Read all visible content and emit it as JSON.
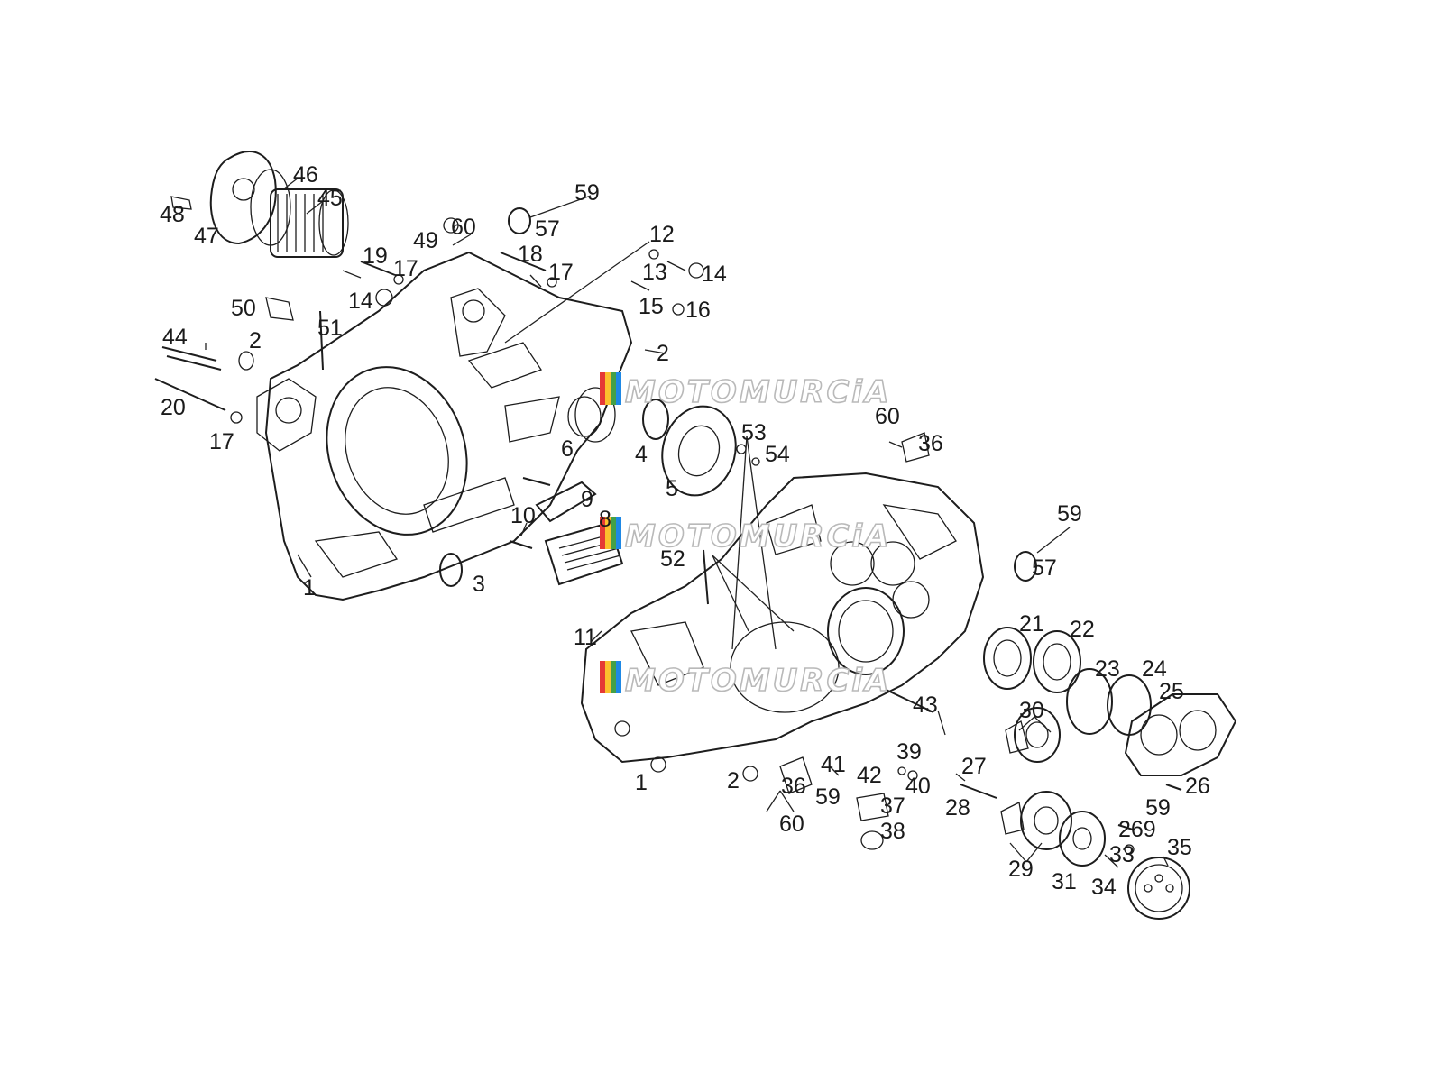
{
  "watermark": {
    "text": "MOTOMURCiA",
    "colors": [
      "#e53935",
      "#fbc02d",
      "#43a047",
      "#1e88e5"
    ]
  },
  "callouts": [
    "59",
    "46",
    "45",
    "48",
    "47",
    "57",
    "60",
    "49",
    "12",
    "18",
    "19",
    "17",
    "17",
    "13",
    "14",
    "14",
    "50",
    "15",
    "16",
    "51",
    "2",
    "44",
    "2",
    "20",
    "17",
    "6",
    "4",
    "60",
    "36",
    "53",
    "54",
    "5",
    "9",
    "10",
    "8",
    "1",
    "3",
    "52",
    "59",
    "57",
    "11",
    "21",
    "22",
    "23",
    "24",
    "25",
    "30",
    "43",
    "1",
    "2",
    "41",
    "39",
    "36",
    "42",
    "40",
    "27",
    "59",
    "60",
    "37",
    "28",
    "38",
    "26",
    "59",
    "269",
    "29",
    "33",
    "35",
    "31",
    "34"
  ]
}
